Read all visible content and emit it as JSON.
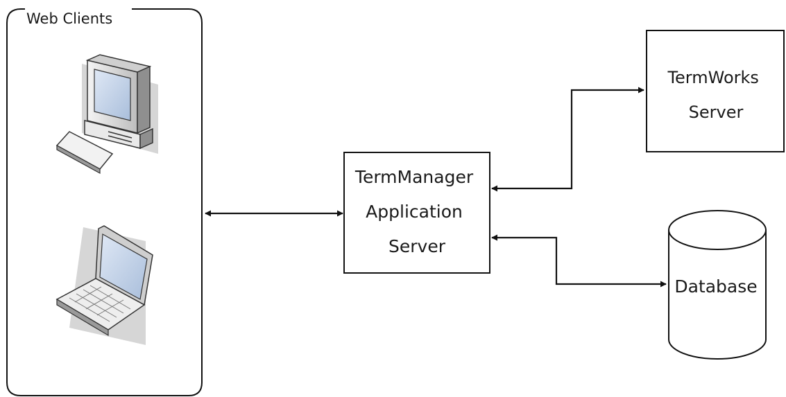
{
  "group": {
    "label": "Web Clients"
  },
  "clients": [
    {
      "icon": "desktop-computer-icon"
    },
    {
      "icon": "laptop-icon"
    }
  ],
  "app_server": {
    "lines": [
      "TermManager",
      "Application",
      "Server"
    ]
  },
  "termworks_server": {
    "lines": [
      "TermWorks",
      "Server"
    ]
  },
  "database": {
    "label": "Database",
    "icon": "database-cylinder-icon"
  },
  "colors": {
    "stroke": "#111111",
    "text": "#1a1a1a",
    "icon_gray": "#9a9a9a",
    "icon_light": "#e6e6e6",
    "screen_blue": "#b9cde6"
  }
}
